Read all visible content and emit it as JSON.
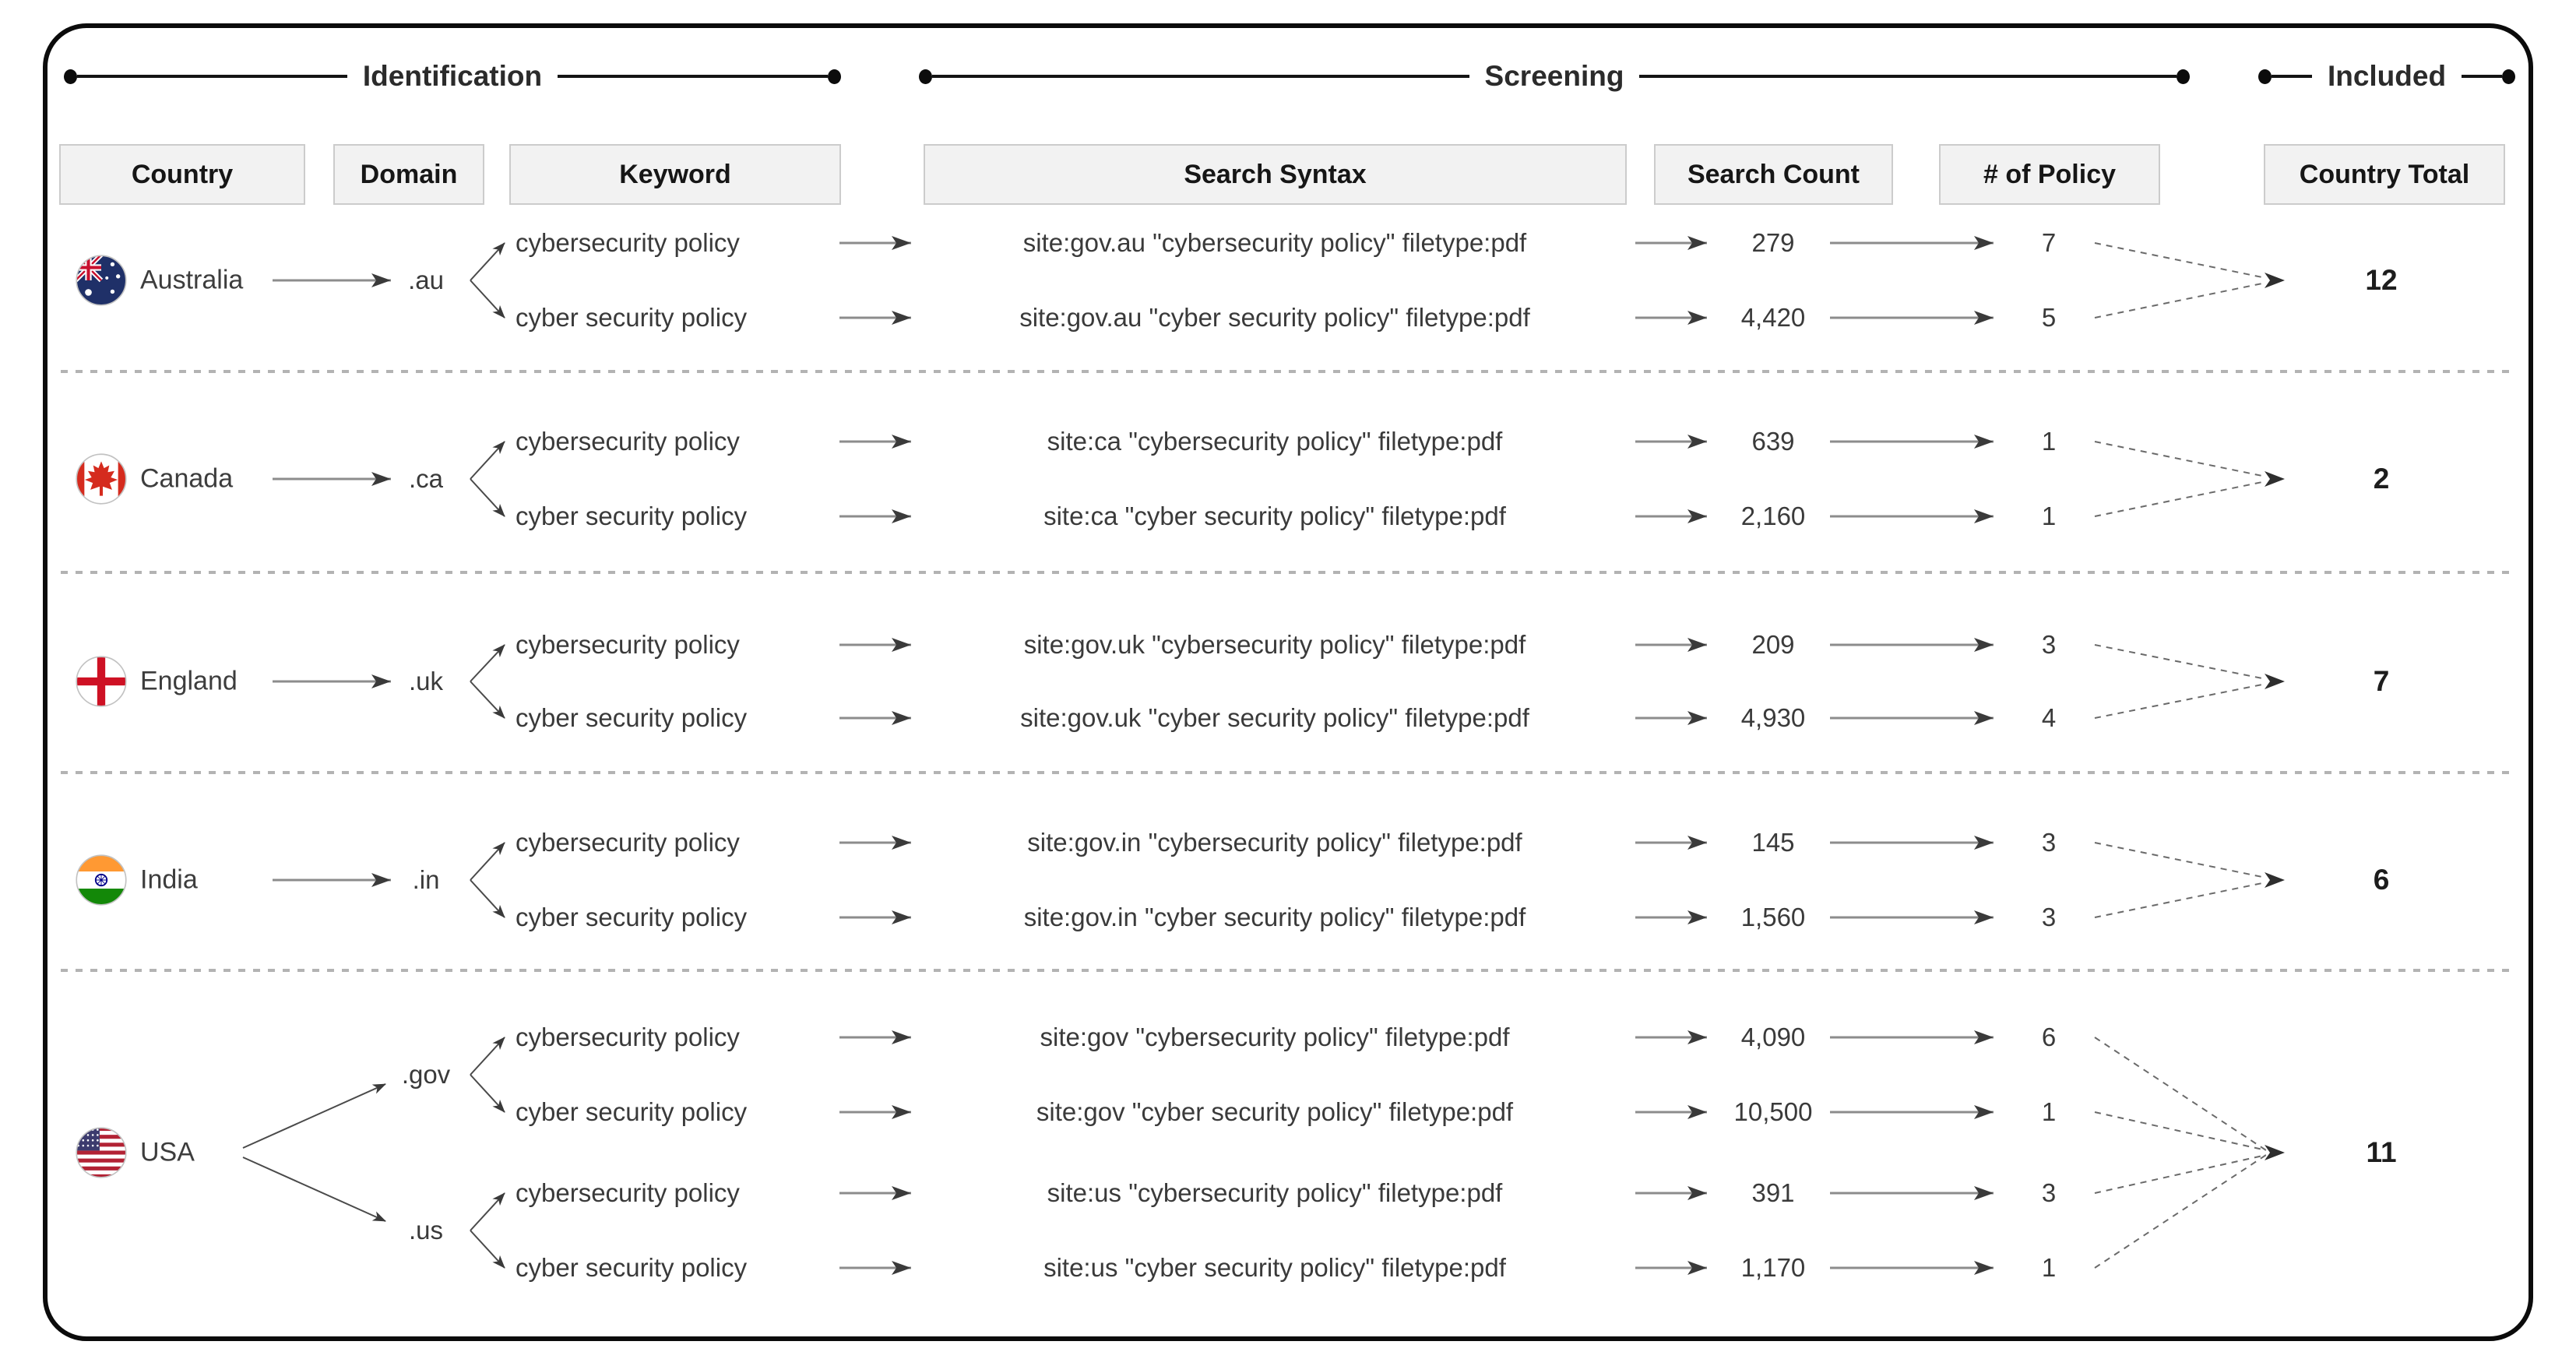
{
  "sections": {
    "identification": "Identification",
    "screening": "Screening",
    "included": "Included"
  },
  "columns": {
    "country": "Country",
    "domain": "Domain",
    "keyword": "Keyword",
    "syntax": "Search Syntax",
    "count": "Search Count",
    "policy": "# of Policy",
    "total": "Country Total"
  },
  "rows": [
    {
      "country": "Australia",
      "flag": "australia-flag",
      "total": "12",
      "branches": [
        {
          "domain": ".au",
          "queries": [
            {
              "keyword": "cybersecurity policy",
              "syntax": "site:gov.au \"cybersecurity policy\" filetype:pdf",
              "count": "279",
              "policy": "7"
            },
            {
              "keyword": "cyber security policy",
              "syntax": "site:gov.au \"cyber security policy\" filetype:pdf",
              "count": "4,420",
              "policy": "5"
            }
          ]
        }
      ]
    },
    {
      "country": "Canada",
      "flag": "canada-flag",
      "total": "2",
      "branches": [
        {
          "domain": ".ca",
          "queries": [
            {
              "keyword": "cybersecurity policy",
              "syntax": "site:ca \"cybersecurity policy\" filetype:pdf",
              "count": "639",
              "policy": "1"
            },
            {
              "keyword": "cyber security policy",
              "syntax": "site:ca \"cyber security policy\" filetype:pdf",
              "count": "2,160",
              "policy": "1"
            }
          ]
        }
      ]
    },
    {
      "country": "England",
      "flag": "england-flag",
      "total": "7",
      "branches": [
        {
          "domain": ".uk",
          "queries": [
            {
              "keyword": "cybersecurity policy",
              "syntax": "site:gov.uk \"cybersecurity policy\" filetype:pdf",
              "count": "209",
              "policy": "3"
            },
            {
              "keyword": "cyber security policy",
              "syntax": "site:gov.uk \"cyber security policy\" filetype:pdf",
              "count": "4,930",
              "policy": "4"
            }
          ]
        }
      ]
    },
    {
      "country": "India",
      "flag": "india-flag",
      "total": "6",
      "branches": [
        {
          "domain": ".in",
          "queries": [
            {
              "keyword": "cybersecurity policy",
              "syntax": "site:gov.in \"cybersecurity policy\" filetype:pdf",
              "count": "145",
              "policy": "3"
            },
            {
              "keyword": "cyber security policy",
              "syntax": "site:gov.in \"cyber security policy\" filetype:pdf",
              "count": "1,560",
              "policy": "3"
            }
          ]
        }
      ]
    },
    {
      "country": "USA",
      "flag": "usa-flag",
      "total": "11",
      "branches": [
        {
          "domain": ".gov",
          "queries": [
            {
              "keyword": "cybersecurity policy",
              "syntax": "site:gov \"cybersecurity policy\" filetype:pdf",
              "count": "4,090",
              "policy": "6"
            },
            {
              "keyword": "cyber security policy",
              "syntax": "site:gov \"cyber security policy\" filetype:pdf",
              "count": "10,500",
              "policy": "1"
            }
          ]
        },
        {
          "domain": ".us",
          "queries": [
            {
              "keyword": "cybersecurity policy",
              "syntax": "site:us \"cybersecurity policy\" filetype:pdf",
              "count": "391",
              "policy": "3"
            },
            {
              "keyword": "cyber security policy",
              "syntax": "site:us \"cyber security policy\" filetype:pdf",
              "count": "1,170",
              "policy": "1"
            }
          ]
        }
      ]
    }
  ]
}
